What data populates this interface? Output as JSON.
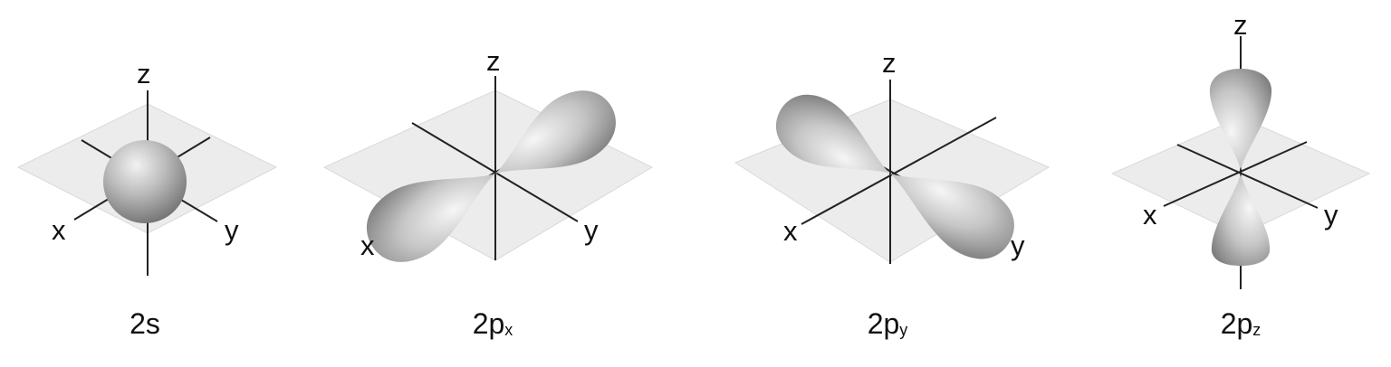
{
  "axis_labels": {
    "x": "x",
    "y": "y",
    "z": "z"
  },
  "orbitals": [
    {
      "main": "2s",
      "sub": ""
    },
    {
      "main": "2p",
      "sub": "x"
    },
    {
      "main": "2p",
      "sub": "y"
    },
    {
      "main": "2p",
      "sub": "z"
    }
  ]
}
